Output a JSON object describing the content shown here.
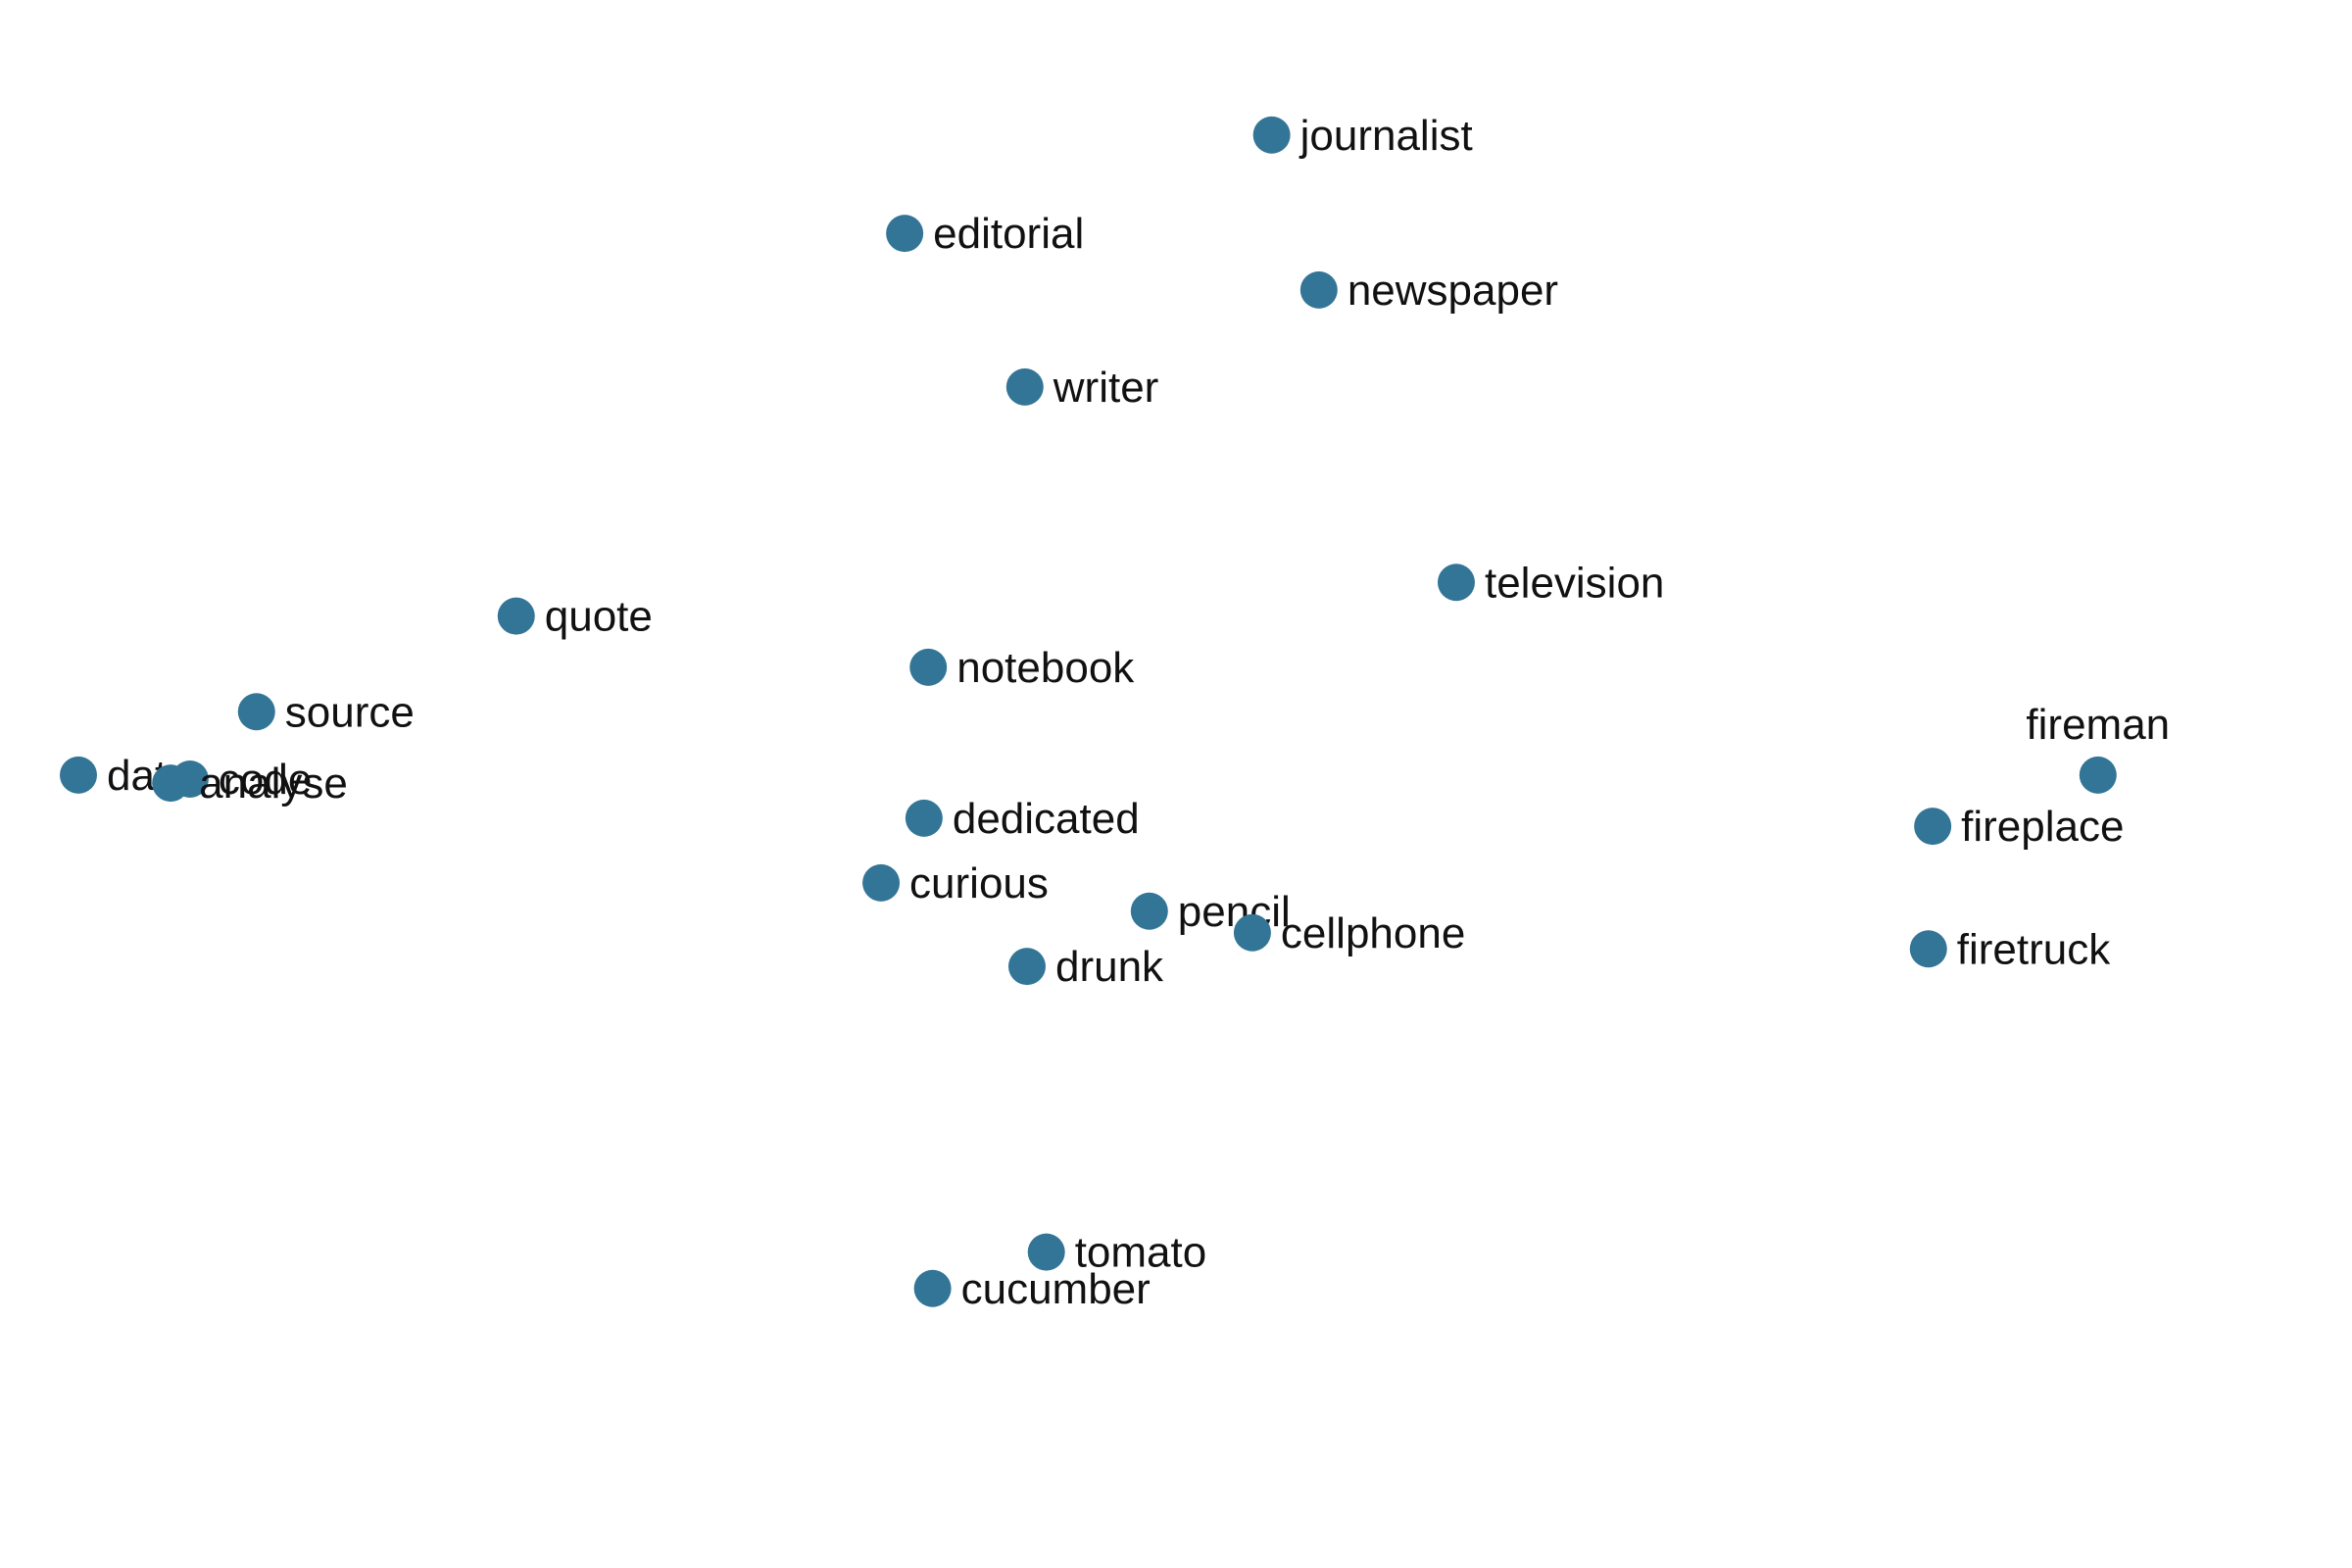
{
  "chart_data": {
    "type": "scatter",
    "title": "",
    "xlabel": "",
    "ylabel": "",
    "axes_visible": false,
    "grid": false,
    "legend": "none",
    "marker_color": "#337596",
    "label_color": "#111111",
    "xlim": [
      0,
      100
    ],
    "ylim": [
      0,
      100
    ],
    "points": [
      {
        "label": "journalist",
        "x": 55.6,
        "y": 95.8,
        "label_pos": "right"
      },
      {
        "label": "editorial",
        "x": 38.5,
        "y": 88.5,
        "label_pos": "right"
      },
      {
        "label": "newspaper",
        "x": 57.8,
        "y": 84.3,
        "label_pos": "right"
      },
      {
        "label": "writer",
        "x": 44.1,
        "y": 77.1,
        "label_pos": "right"
      },
      {
        "label": "television",
        "x": 64.2,
        "y": 62.6,
        "label_pos": "right"
      },
      {
        "label": "quote",
        "x": 20.4,
        "y": 60.1,
        "label_pos": "right"
      },
      {
        "label": "notebook",
        "x": 39.6,
        "y": 56.3,
        "label_pos": "right"
      },
      {
        "label": "source",
        "x": 8.3,
        "y": 53.0,
        "label_pos": "right"
      },
      {
        "label": "fireman",
        "x": 94.1,
        "y": 48.3,
        "label_pos": "above"
      },
      {
        "label": "data",
        "x": 0.0,
        "y": 48.3,
        "label_pos": "right"
      },
      {
        "label": "code",
        "x": 5.2,
        "y": 48.0,
        "label_pos": "right"
      },
      {
        "label": "analyse",
        "x": 4.3,
        "y": 47.7,
        "label_pos": "right"
      },
      {
        "label": "fireplace",
        "x": 86.4,
        "y": 44.5,
        "label_pos": "right"
      },
      {
        "label": "dedicated",
        "x": 39.4,
        "y": 45.1,
        "label_pos": "right"
      },
      {
        "label": "curious",
        "x": 37.4,
        "y": 40.3,
        "label_pos": "right"
      },
      {
        "label": "pencil",
        "x": 49.9,
        "y": 38.2,
        "label_pos": "right"
      },
      {
        "label": "cellphone",
        "x": 54.7,
        "y": 36.6,
        "label_pos": "right"
      },
      {
        "label": "drunk",
        "x": 44.2,
        "y": 34.1,
        "label_pos": "right"
      },
      {
        "label": "firetruck",
        "x": 86.2,
        "y": 35.4,
        "label_pos": "right"
      },
      {
        "label": "tomato",
        "x": 45.1,
        "y": 12.9,
        "label_pos": "right"
      },
      {
        "label": "cucumber",
        "x": 39.8,
        "y": 10.2,
        "label_pos": "right"
      }
    ]
  }
}
